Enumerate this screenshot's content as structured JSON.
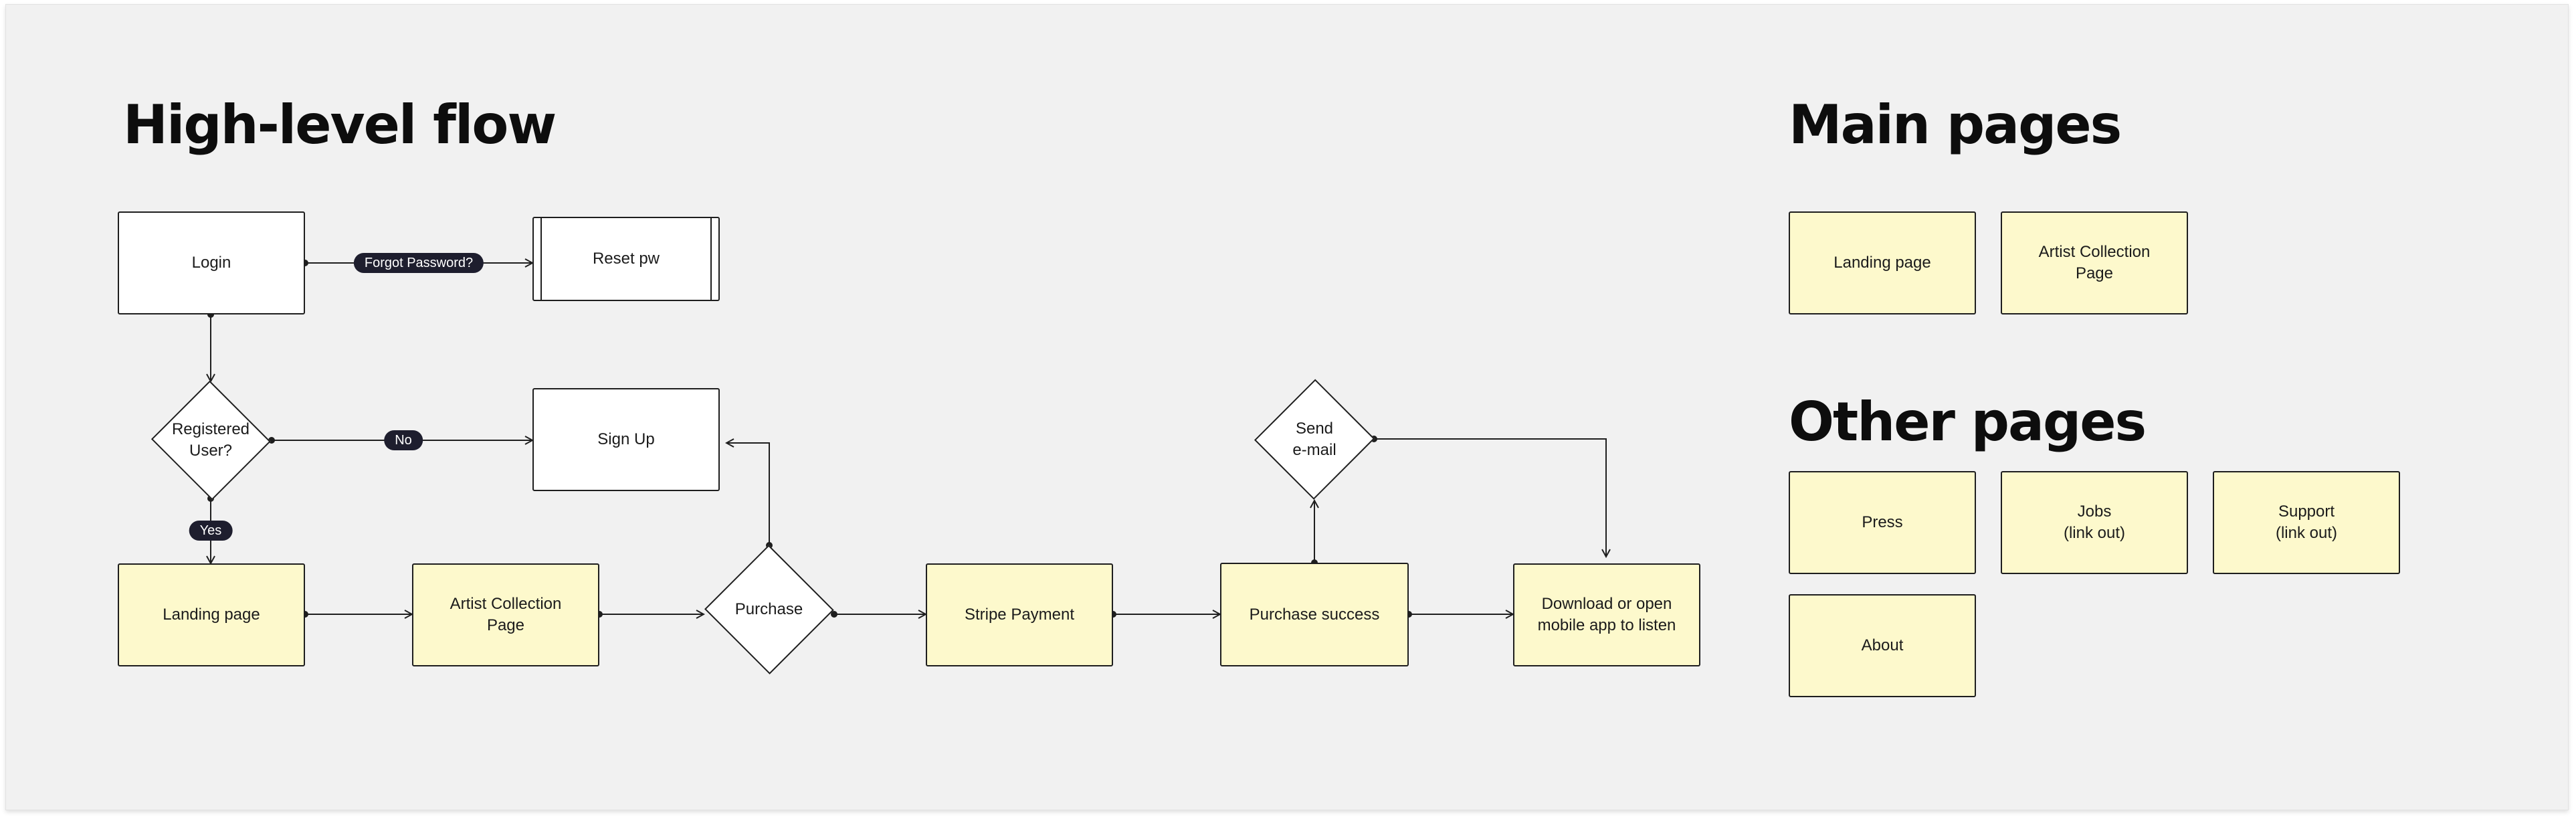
{
  "sections": {
    "flow_title": "High-level flow",
    "main_pages_title": "Main pages",
    "other_pages_title": "Other pages"
  },
  "flow": {
    "login": "Login",
    "reset_pw": "Reset pw",
    "registered_user": "Registered\nUser?",
    "sign_up": "Sign Up",
    "landing_page": "Landing page",
    "artist_collection_page": "Artist Collection\nPage",
    "purchase": "Purchase",
    "stripe_payment": "Stripe Payment",
    "purchase_success": "Purchase success",
    "send_email": "Send\ne-mail",
    "download": "Download or open\nmobile app to listen"
  },
  "edge_labels": {
    "forgot_password": "Forgot Password?",
    "no": "No",
    "yes": "Yes"
  },
  "main_pages": [
    "Landing page",
    "Artist Collection\nPage"
  ],
  "other_pages": [
    "Press",
    "Jobs\n(link out)",
    "Support\n(link out)",
    "About"
  ],
  "colors": {
    "canvas": "#f1f1f1",
    "page_fill": "#fdf9cc",
    "box_fill": "#ffffff",
    "stroke": "#1e1e1e",
    "label_pill": "#1e1e2e"
  }
}
